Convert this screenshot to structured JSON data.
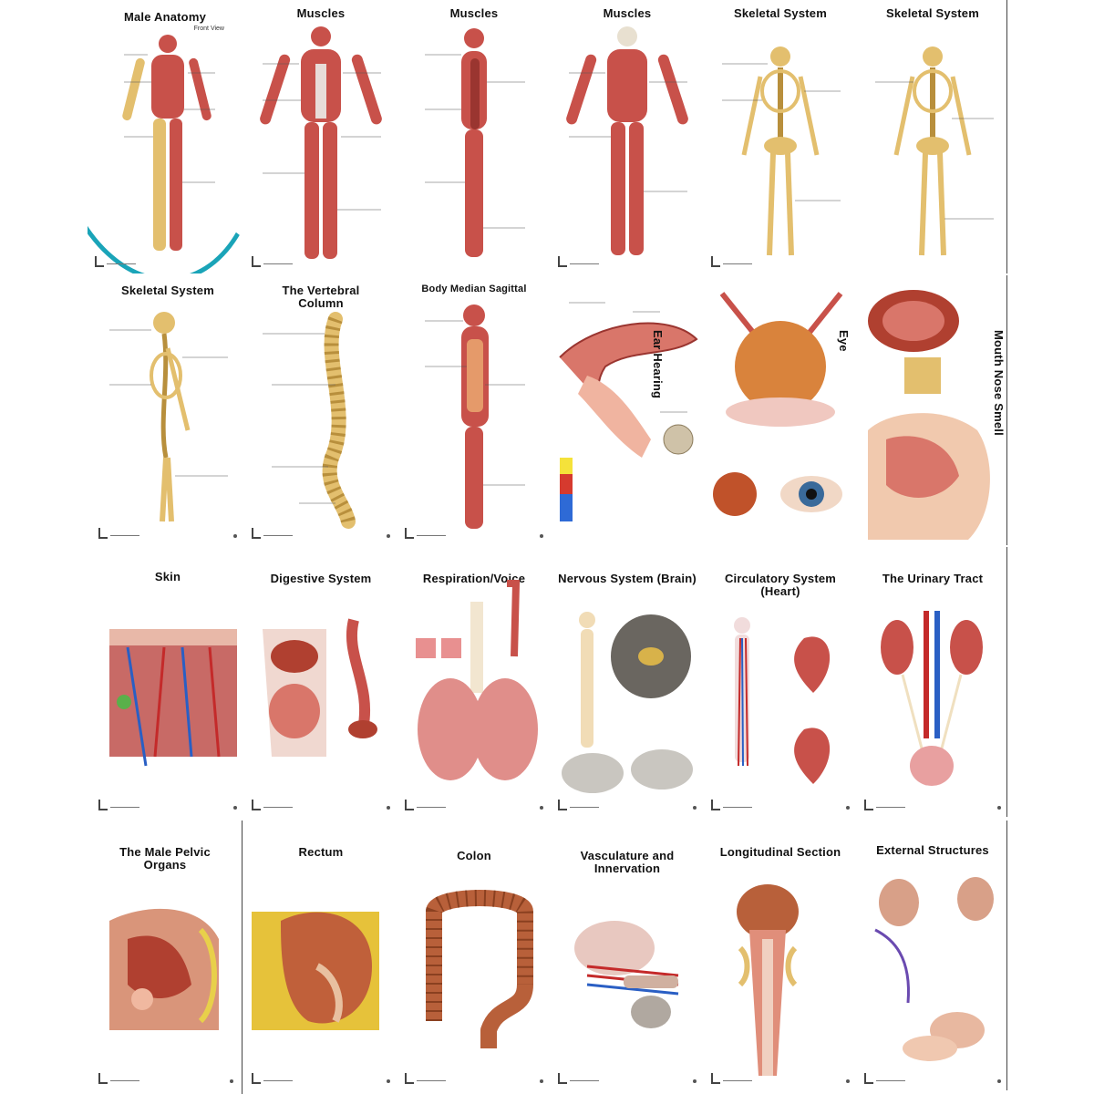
{
  "panels": [
    {
      "id": "male-anatomy",
      "title": "Male Anatomy",
      "subtitle": "Front View"
    },
    {
      "id": "muscles-front",
      "title": "Muscles"
    },
    {
      "id": "muscles-side",
      "title": "Muscles"
    },
    {
      "id": "muscles-back",
      "title": "Muscles"
    },
    {
      "id": "skeletal-front",
      "title": "Skeletal System"
    },
    {
      "id": "skeletal-back",
      "title": "Skeletal System"
    },
    {
      "id": "skeletal-side",
      "title": "Skeletal System"
    },
    {
      "id": "vertebral-column",
      "title": "The Vertebral Column"
    },
    {
      "id": "median-sagittal",
      "title": "Body Median Sagittal"
    },
    {
      "id": "ear",
      "title": "Ear Hearing"
    },
    {
      "id": "eye",
      "title": "Eye"
    },
    {
      "id": "mouth-nose",
      "title": "Mouth Nose Smell"
    },
    {
      "id": "skin",
      "title": "Skin"
    },
    {
      "id": "digestive",
      "title": "Digestive System"
    },
    {
      "id": "respiration",
      "title": "Respiration/Voice"
    },
    {
      "id": "nervous",
      "title": "Nervous System (Brain)"
    },
    {
      "id": "circulatory",
      "title": "Circulatory System (Heart)"
    },
    {
      "id": "urinary",
      "title": "The Urinary Tract"
    },
    {
      "id": "pelvic",
      "title": "The Male Pelvic Organs"
    },
    {
      "id": "rectum",
      "title": "Rectum"
    },
    {
      "id": "colon",
      "title": "Colon"
    },
    {
      "id": "vasculature",
      "title": "Vasculature and Innervation"
    },
    {
      "id": "longitudinal",
      "title": "Longitudinal Section"
    },
    {
      "id": "external",
      "title": "External Structures"
    }
  ],
  "colors": {
    "muscle": "#c8514a",
    "muscle_dark": "#9a3530",
    "bone": "#e3bf6e",
    "bone_dark": "#b88f3c",
    "skin": "#f1c9ae",
    "accent": "#1aa4b8",
    "artery": "#c42a2a",
    "vein": "#2a5fc4"
  }
}
